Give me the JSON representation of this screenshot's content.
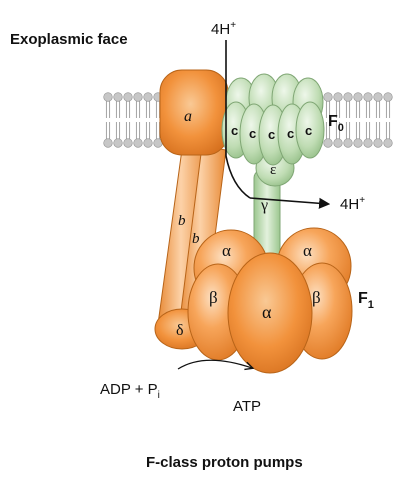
{
  "labels": {
    "face": "Exoplasmic face",
    "proton_in": "4H",
    "proton_out": "4H",
    "plus_sign": "+",
    "f0": "F",
    "f0_sub": "0",
    "f1": "F",
    "f1_sub": "1",
    "a": "a",
    "b1": "b",
    "b2": "b",
    "c": [
      "c",
      "c",
      "c",
      "c",
      "c"
    ],
    "epsilon": "ε",
    "gamma": "γ",
    "delta": "δ",
    "alpha_left": "α",
    "alpha_right": "α",
    "alpha_center": "α",
    "beta_left": "β",
    "beta_right": "β",
    "adp": "ADP + P",
    "adp_sub": "i",
    "atp": "ATP",
    "caption": "F-class proton pumps"
  },
  "colors": {
    "orange_light": "#fbc08a",
    "orange_mid": "#f3953f",
    "orange_dark": "#d4701e",
    "green_light": "#d9ecd2",
    "green_mid": "#b6d9aa",
    "green_dark": "#7fae74",
    "lipid_head": "#c7c7c7",
    "lipid_tail": "#9a9a9a"
  }
}
